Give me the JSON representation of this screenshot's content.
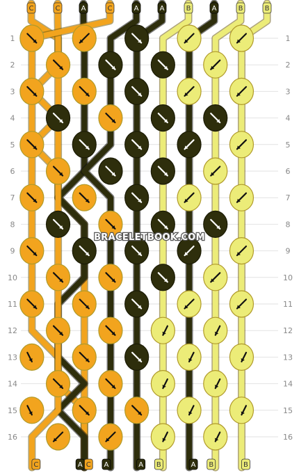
{
  "colors": {
    "A": "#2e2e0c",
    "B": "#ecec78",
    "C": "#f2a41e"
  },
  "watermark": "BRACELETBOOK.COM",
  "strings_top": [
    "C",
    "C",
    "A",
    "C",
    "A",
    "A",
    "B",
    "A",
    "B",
    "B"
  ],
  "strings_bottom": [
    "C",
    "C",
    "A",
    "C",
    "A",
    "A",
    "B",
    "A",
    "B",
    "B"
  ],
  "rows": [
    {
      "label": "1",
      "knots": [
        [
          "C",
          "f"
        ],
        [
          "C",
          "b"
        ],
        [
          "A",
          "f"
        ],
        [
          "B",
          "b"
        ],
        [
          "B",
          "b"
        ]
      ]
    },
    {
      "label": "2",
      "knots": [
        [
          "C",
          "f"
        ],
        [
          "A",
          "f"
        ],
        [
          "A",
          "f"
        ],
        [
          "B",
          "b"
        ]
      ]
    },
    {
      "label": "3",
      "knots": [
        [
          "C",
          "f"
        ],
        [
          "C",
          "f"
        ],
        [
          "A",
          "f"
        ],
        [
          "B",
          "b"
        ],
        [
          "B",
          "b"
        ]
      ]
    },
    {
      "label": "4",
      "knots": [
        [
          "A",
          "f"
        ],
        [
          "C",
          "f"
        ],
        [
          "A",
          "f"
        ],
        [
          "A",
          "f"
        ]
      ]
    },
    {
      "label": "5",
      "knots": [
        [
          "C",
          "f"
        ],
        [
          "A",
          "f"
        ],
        [
          "A",
          "f"
        ],
        [
          "A",
          "b"
        ],
        [
          "B",
          "b"
        ]
      ]
    },
    {
      "label": "6",
      "knots": [
        [
          "C",
          "f"
        ],
        [
          "A",
          "f"
        ],
        [
          "A",
          "f"
        ],
        [
          "B",
          "b"
        ]
      ]
    },
    {
      "label": "7",
      "knots": [
        [
          "C",
          "f"
        ],
        [
          "C",
          "f"
        ],
        [
          "A",
          "f"
        ],
        [
          "B",
          "b"
        ],
        [
          "B",
          "b"
        ]
      ]
    },
    {
      "label": "8",
      "knots": [
        [
          "A",
          "f"
        ],
        [
          "C",
          "f"
        ],
        [
          "A",
          "f"
        ],
        [
          "A",
          "f"
        ]
      ]
    },
    {
      "label": "9",
      "knots": [
        [
          "C",
          "f"
        ],
        [
          "A",
          "f"
        ],
        [
          "A",
          "f"
        ],
        [
          "A",
          "b"
        ],
        [
          "B",
          "b"
        ]
      ]
    },
    {
      "label": "10",
      "knots": [
        [
          "C",
          "f"
        ],
        [
          "C",
          "f"
        ],
        [
          "A",
          "f"
        ],
        [
          "B",
          "b"
        ]
      ]
    },
    {
      "label": "11",
      "knots": [
        [
          "C",
          "f"
        ],
        [
          "C",
          "f"
        ],
        [
          "A",
          "f"
        ],
        [
          "B",
          "b"
        ],
        [
          "B",
          "b"
        ]
      ]
    },
    {
      "label": "12",
      "knots": [
        [
          "C",
          "f"
        ],
        [
          "C",
          "f"
        ],
        [
          "B",
          "bf"
        ],
        [
          "B",
          "bf"
        ]
      ]
    },
    {
      "label": "13",
      "knots": [
        [
          "C",
          "fb"
        ],
        [
          "C",
          "f"
        ],
        [
          "A",
          "f"
        ],
        [
          "B",
          "bf"
        ],
        [
          "B",
          "bf"
        ]
      ]
    },
    {
      "label": "14",
      "knots": [
        [
          "C",
          "f"
        ],
        [
          "C",
          "f"
        ],
        [
          "B",
          "bf"
        ],
        [
          "B",
          "bf"
        ]
      ]
    },
    {
      "label": "15",
      "knots": [
        [
          "C",
          "fb"
        ],
        [
          "C",
          "f"
        ],
        [
          "C",
          "f"
        ],
        [
          "B",
          "bf"
        ],
        [
          "B",
          "bf"
        ]
      ]
    },
    {
      "label": "16",
      "knots": [
        [
          "C",
          "b"
        ],
        [
          "C",
          "b"
        ],
        [
          "B",
          "bf"
        ],
        [
          "B",
          "bf"
        ]
      ]
    }
  ],
  "threads": [
    {
      "color": "C",
      "mid": [
        3,
        3,
        1,
        3,
        1,
        1,
        1,
        1,
        1,
        1,
        1,
        1,
        3,
        3,
        5,
        5
      ]
    },
    {
      "color": "C",
      "mid": [
        3,
        3,
        3,
        3,
        3,
        3,
        3,
        5,
        5,
        5,
        5,
        5,
        5,
        5,
        5,
        5
      ]
    },
    {
      "color": "A",
      "mid": [
        5,
        5,
        5,
        5,
        5,
        5,
        3,
        5,
        5,
        5,
        3,
        3,
        3,
        5,
        3,
        5
      ]
    },
    {
      "color": "C",
      "mid": [
        1,
        1,
        1,
        1,
        1,
        3,
        3,
        3,
        3,
        3,
        3,
        3,
        3,
        3,
        3,
        1
      ]
    },
    {
      "color": "A",
      "mid": [
        7,
        7,
        7,
        7,
        7,
        5,
        7,
        7,
        7,
        7,
        7,
        7,
        7,
        7,
        7,
        7
      ]
    },
    {
      "color": "A",
      "mid": [
        9,
        9,
        9,
        9,
        9,
        9,
        9,
        9,
        9,
        9,
        9,
        9,
        9,
        9,
        9,
        9
      ]
    },
    {
      "color": "B",
      "mid": [
        11,
        11,
        11,
        11,
        11,
        11,
        11,
        11,
        11,
        11,
        11,
        11,
        11,
        11,
        11,
        11
      ]
    },
    {
      "color": "A",
      "mid": [
        13,
        13,
        13,
        13,
        13,
        13,
        13,
        13,
        13,
        13,
        13,
        13,
        13,
        13,
        13,
        13
      ]
    },
    {
      "color": "B",
      "mid": [
        15,
        15,
        15,
        15,
        15,
        15,
        15,
        15,
        15,
        15,
        15,
        15,
        15,
        15,
        15,
        15
      ]
    },
    {
      "color": "B",
      "mid": [
        17,
        17,
        17,
        17,
        17,
        17,
        17,
        17,
        17,
        17,
        17,
        17,
        17,
        17,
        17,
        17
      ]
    }
  ]
}
